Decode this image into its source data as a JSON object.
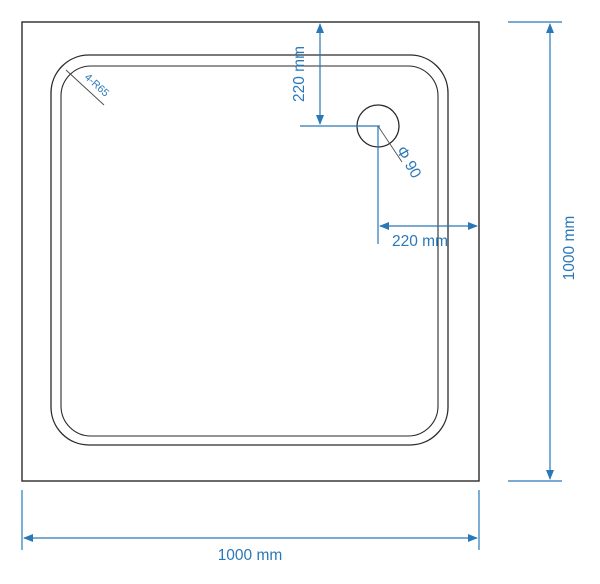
{
  "dimensions": {
    "width_label": "1000 mm",
    "height_label": "1000 mm",
    "drain_offset_top_label": "220 mm",
    "drain_offset_right_label": "220 mm",
    "drain_diameter_label": "Φ 90",
    "corner_radius_label": "4-R65"
  },
  "colors": {
    "dimension": "#2a78b8",
    "outline": "#2a2a2a"
  }
}
